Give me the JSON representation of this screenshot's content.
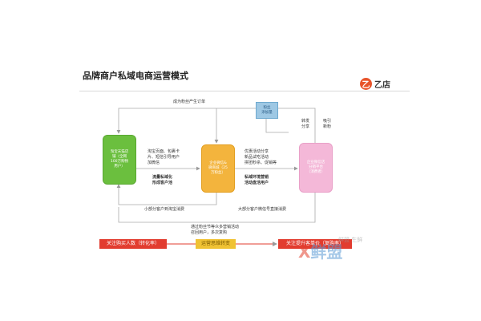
{
  "title": "品牌商户私域电商运营模式",
  "logo": {
    "mark": "乙",
    "text": "乙店"
  },
  "nodes": {
    "green": "淘宝天猫店\n铺（全网\n100万购物\n用户）",
    "orange": "企业微信&\n微商城（25\n万粉丝）",
    "pink": "企业微信店\n分销平台\n（消费者）",
    "blue": "粉丝\n添加量"
  },
  "labels": {
    "top": "成为粉丝产生订单",
    "left_mid": "淘宝页面、包裹卡\n片、短信引导用户\n加微信",
    "left_bold": "流量私域化\n形成客户池",
    "right_mid": "优惠活动分享\n新品试吃活动\n拼团秒杀、促销等",
    "right_bold": "私域环境营销\n活动盘活用户",
    "share": "转发\n分享",
    "attract": "吸引\n新粉",
    "bottom_left": "小部分客户到淘宝消费",
    "bottom_right": "大部分客户微信号直接消费",
    "bottom_center": "通过粉丝节等众多营销活动\n召回用户，多次复购"
  },
  "bottom_bar": {
    "left": "关注购买人数（转化率）",
    "middle": "运营思维转变",
    "right": "关注提升客单价（复购率）"
  },
  "watermark": {
    "x": "X",
    "rest": "鲜盟",
    "small": "鲜盟·生鲜"
  }
}
